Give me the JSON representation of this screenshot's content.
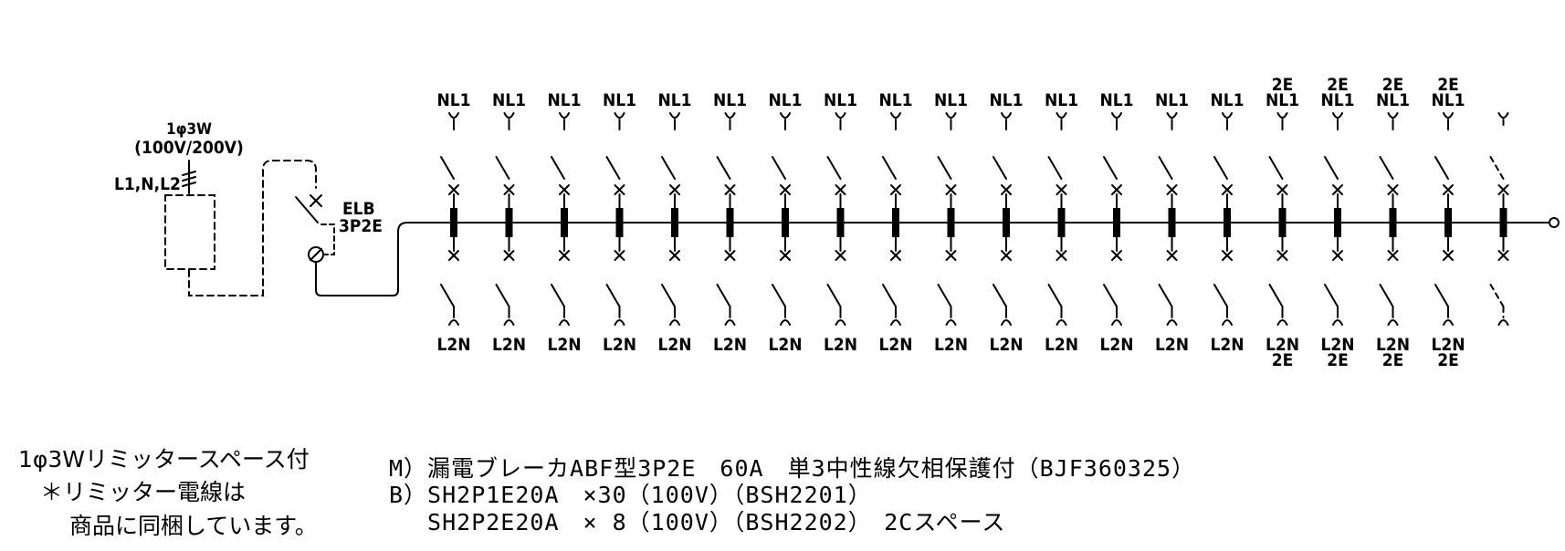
{
  "supply": {
    "phase_label": "1φ3W",
    "voltage_label": "(100V/200V)",
    "lines_label": "L1,N,L2"
  },
  "main_breaker": {
    "type_label": "ELB",
    "poles_label": "3P2E"
  },
  "branches": [
    {
      "top": [
        "NL1"
      ],
      "bottom": [
        "L2N"
      ],
      "dashed": false
    },
    {
      "top": [
        "NL1"
      ],
      "bottom": [
        "L2N"
      ],
      "dashed": false
    },
    {
      "top": [
        "NL1"
      ],
      "bottom": [
        "L2N"
      ],
      "dashed": false
    },
    {
      "top": [
        "NL1"
      ],
      "bottom": [
        "L2N"
      ],
      "dashed": false
    },
    {
      "top": [
        "NL1"
      ],
      "bottom": [
        "L2N"
      ],
      "dashed": false
    },
    {
      "top": [
        "NL1"
      ],
      "bottom": [
        "L2N"
      ],
      "dashed": false
    },
    {
      "top": [
        "NL1"
      ],
      "bottom": [
        "L2N"
      ],
      "dashed": false
    },
    {
      "top": [
        "NL1"
      ],
      "bottom": [
        "L2N"
      ],
      "dashed": false
    },
    {
      "top": [
        "NL1"
      ],
      "bottom": [
        "L2N"
      ],
      "dashed": false
    },
    {
      "top": [
        "NL1"
      ],
      "bottom": [
        "L2N"
      ],
      "dashed": false
    },
    {
      "top": [
        "NL1"
      ],
      "bottom": [
        "L2N"
      ],
      "dashed": false
    },
    {
      "top": [
        "NL1"
      ],
      "bottom": [
        "L2N"
      ],
      "dashed": false
    },
    {
      "top": [
        "NL1"
      ],
      "bottom": [
        "L2N"
      ],
      "dashed": false
    },
    {
      "top": [
        "NL1"
      ],
      "bottom": [
        "L2N"
      ],
      "dashed": false
    },
    {
      "top": [
        "NL1"
      ],
      "bottom": [
        "L2N"
      ],
      "dashed": false
    },
    {
      "top": [
        "2E",
        "NL1"
      ],
      "bottom": [
        "L2N",
        "2E"
      ],
      "dashed": false
    },
    {
      "top": [
        "2E",
        "NL1"
      ],
      "bottom": [
        "L2N",
        "2E"
      ],
      "dashed": false
    },
    {
      "top": [
        "2E",
        "NL1"
      ],
      "bottom": [
        "L2N",
        "2E"
      ],
      "dashed": false
    },
    {
      "top": [
        "2E",
        "NL1"
      ],
      "bottom": [
        "L2N",
        "2E"
      ],
      "dashed": false
    },
    {
      "top": [],
      "bottom": [],
      "dashed": true
    }
  ],
  "notes": {
    "limiter_title": "1φ3Wリミッタースペース付",
    "limiter_note1": "＊リミッター電線は",
    "limiter_note2": "商品に同梱しています。",
    "spec_main": "M）漏電ブレーカABF型3P2E　60A　単3中性線欠相保護付（BJF360325）",
    "spec_branch1": "B）SH2P1E20A　×30（100V）（BSH2201）",
    "spec_branch2": "　 SH2P2E20A　× 8（100V）（BSH2202）　2Cスペース"
  }
}
